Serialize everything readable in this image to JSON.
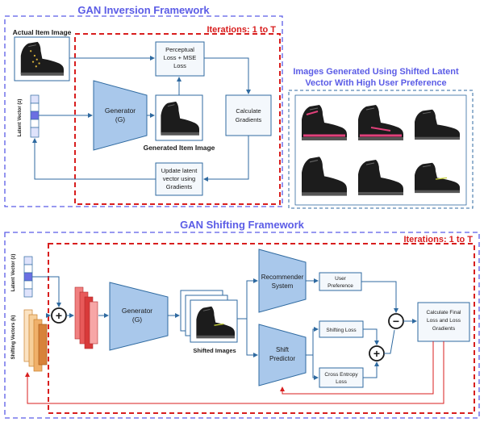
{
  "inversion": {
    "title": "GAN Inversion Framework",
    "iterations": "Iterations: 1 to T",
    "actual_item_label": "Actual Item Image",
    "latent_label": "Latent Vector (z)",
    "generator_line1": "Generator",
    "generator_line2": "(G)",
    "generated_label": "Generated Item Image",
    "loss_lines": [
      "Perceptual",
      "Loss + MSE",
      "Loss"
    ],
    "gradients_lines": [
      "Calculate",
      "Gradients"
    ],
    "update_lines": [
      "Update latent",
      "vector using",
      "Gradients"
    ]
  },
  "shifted_panel": {
    "title_lines": [
      "Images Generated Using Shifted Latent",
      "Vector With High User Preference"
    ]
  },
  "shifting": {
    "title": "GAN Shifting Framework",
    "iterations": "Iterations: 1 to T",
    "latent_label": "Latent Vector (z)",
    "shifting_vectors_label": "Shifting Vectors (k)",
    "generator_line1": "Generator",
    "generator_line2": "(G)",
    "shifted_label": "Shifted Images",
    "recommender_lines": [
      "Recommender",
      "System"
    ],
    "shift_predictor_lines": [
      "Shift",
      "Predictor"
    ],
    "user_pref_lines": [
      "User",
      "Preference"
    ],
    "shifting_loss": "Shifting Loss",
    "ce_loss_lines": [
      "Cross Entropy",
      "Loss"
    ],
    "final_lines": [
      "Calculate Final",
      "Loss and Loss",
      "Gradients"
    ],
    "plus_symbol": "+",
    "minus_symbol": "−"
  },
  "colors": {
    "title_blue": "#5b5ce6",
    "iteration_red": "#d81e1e",
    "box_border": "#2f6aa0",
    "generator_fill": "#a9c8eb"
  }
}
